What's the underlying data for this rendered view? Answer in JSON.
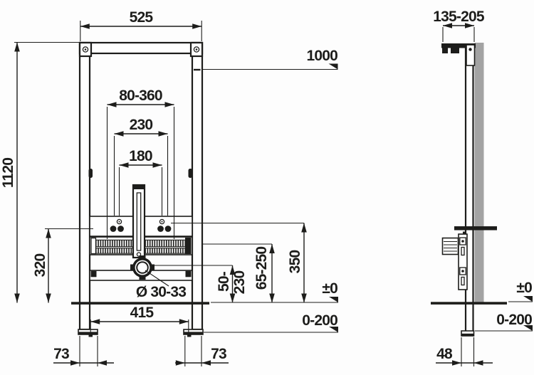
{
  "drawing": {
    "front": {
      "top_width": "525",
      "total_height": "1120",
      "level_1000": "1000",
      "range_80_360": "80-360",
      "dim_230": "230",
      "dim_180": "180",
      "height_320": "320",
      "drain": "Ø 30-33",
      "dim_415": "415",
      "foot_left": "73",
      "foot_right": "73",
      "v_range_a": "50-",
      "v_range_b": "230",
      "range_65_250": "65-250",
      "height_350": "350",
      "level_zero": "±0",
      "range_0_200": "0-200"
    },
    "side": {
      "depth_range": "135-205",
      "foot_48": "48",
      "level_zero": "±0",
      "range_0_200": "0-200"
    },
    "colors": {
      "line": "#1d1d1b",
      "wall": "#a3a3a3"
    }
  }
}
